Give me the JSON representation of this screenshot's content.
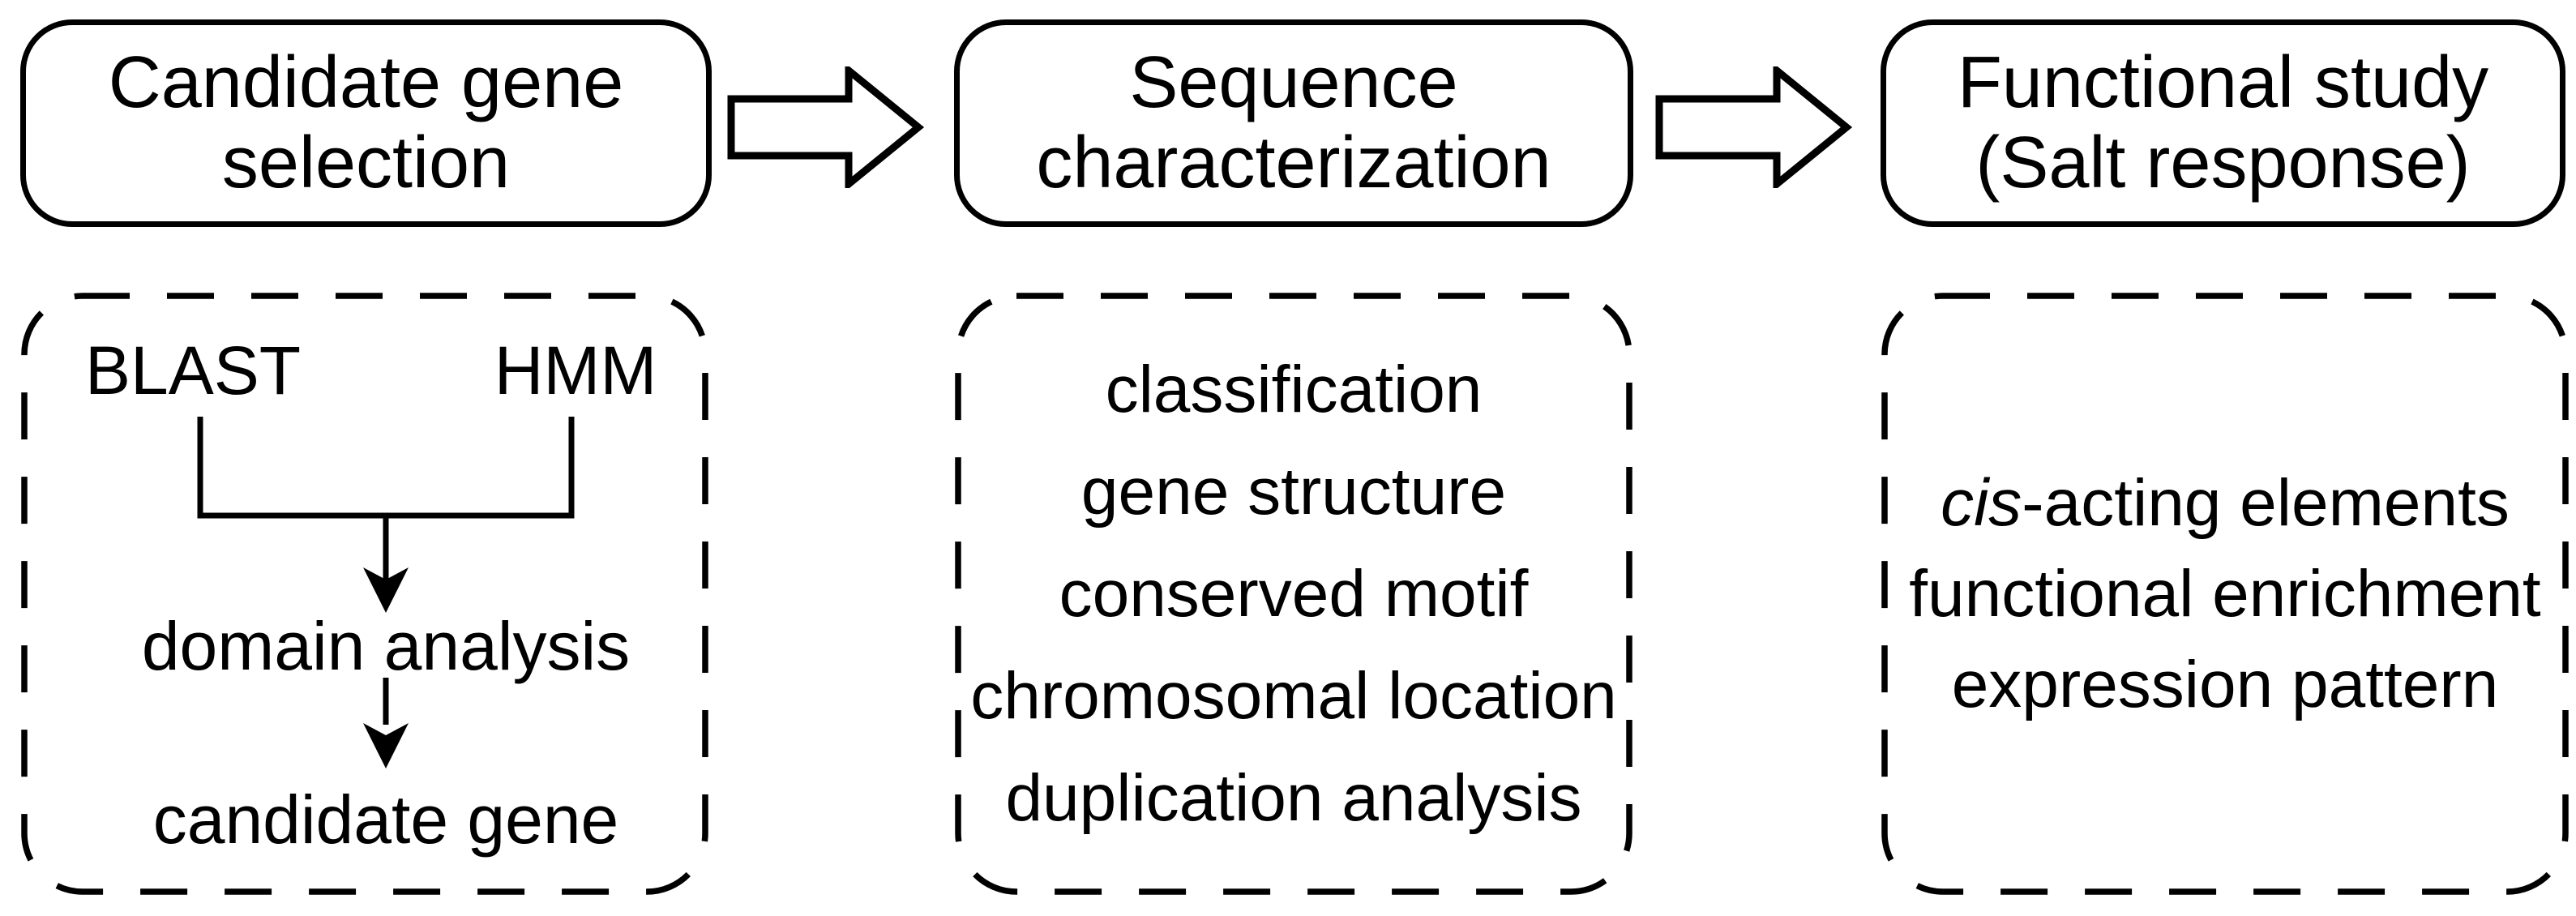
{
  "diagram": {
    "background_color": "#ffffff",
    "line_color": "#000000",
    "stages": [
      {
        "id": "candidate-gene-selection",
        "title_lines": [
          "Candidate gene",
          "selection"
        ]
      },
      {
        "id": "sequence-characterization",
        "title_lines": [
          "Sequence",
          "characterization"
        ]
      },
      {
        "id": "functional-study",
        "title_lines": [
          "Functional study",
          "(Salt response)"
        ]
      }
    ],
    "stage1_detail": {
      "input_left": "BLAST",
      "input_right": "HMM",
      "step1": "domain analysis",
      "step2": "candidate gene"
    },
    "stage2_detail": {
      "items": [
        "classification",
        "gene structure",
        "conserved motif",
        "chromosomal location",
        "duplication analysis"
      ]
    },
    "stage3_detail": {
      "line1_italic": "cis",
      "line1_rest": "-acting elements",
      "line2": "functional enrichment",
      "line3": "expression pattern"
    }
  }
}
